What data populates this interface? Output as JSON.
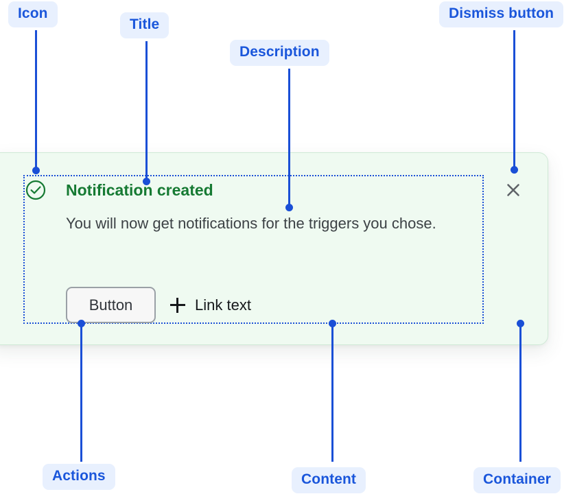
{
  "annotations": [
    {
      "id": "icon",
      "label": "Icon"
    },
    {
      "id": "title",
      "label": "Title"
    },
    {
      "id": "description",
      "label": "Description"
    },
    {
      "id": "dismiss-button",
      "label": "Dismiss button"
    },
    {
      "id": "actions",
      "label": "Actions"
    },
    {
      "id": "content",
      "label": "Content"
    },
    {
      "id": "container",
      "label": "Container"
    }
  ],
  "notification": {
    "status": "success",
    "icon": "check-circle-icon",
    "title": "Notification created",
    "description": "You will now get notifications for the triggers you chose.",
    "actions": {
      "button_label": "Button",
      "link_icon": "plus-icon",
      "link_label": "Link text"
    },
    "dismiss": {
      "icon": "close-icon",
      "label": ""
    }
  },
  "colors": {
    "annotation_text": "#1a4fd6",
    "annotation_pill_bg": "#e8f0fe",
    "leader_line": "#1a4fd6",
    "card_bg": "#effaf1",
    "card_border": "#cfe9d6",
    "success_green": "#167a33",
    "body_text": "#3c4145",
    "button_border": "#9aa0a6",
    "dismiss_icon": "#5f6368"
  }
}
